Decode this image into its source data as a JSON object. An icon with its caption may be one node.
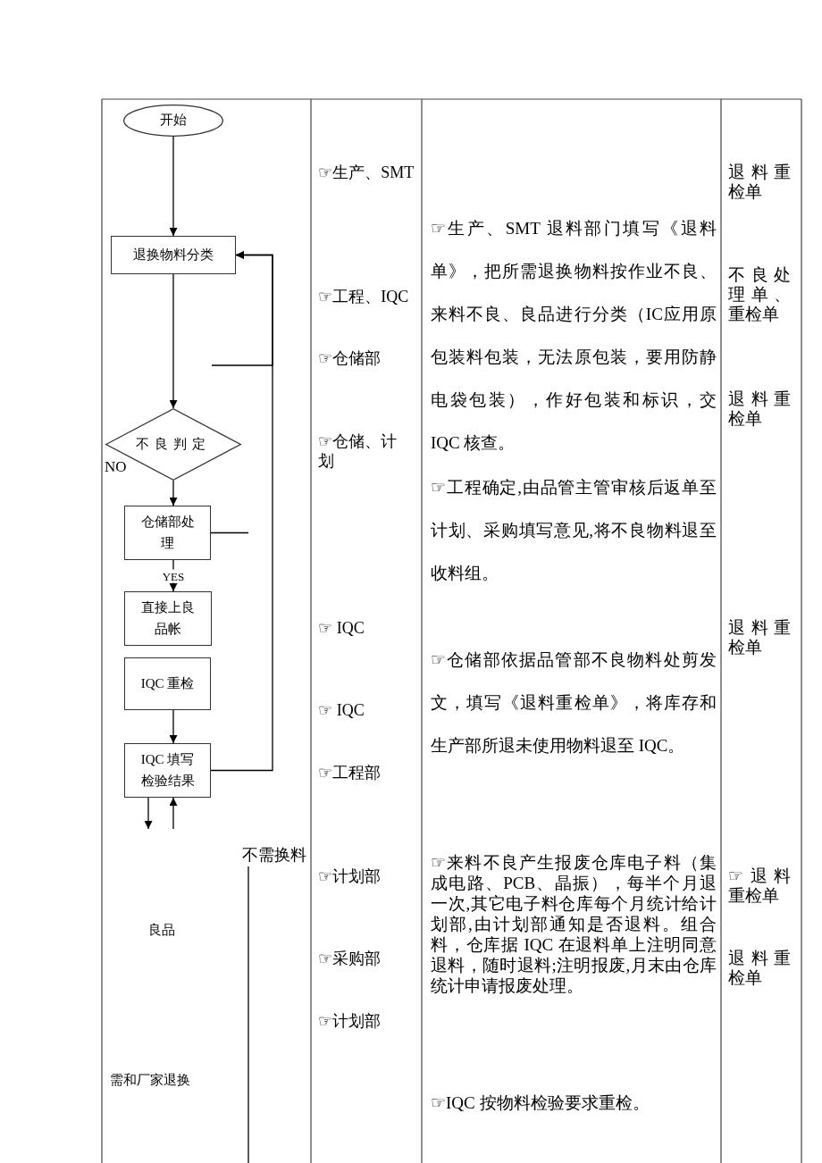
{
  "diagram": {
    "nodes": [
      {
        "text": [
          "开始"
        ]
      },
      {
        "text": [
          "退换物料分类"
        ]
      },
      {
        "text": [
          "不良判定"
        ]
      },
      {
        "text": [
          "仓储部处理"
        ]
      },
      {
        "text": [
          "直接上良品帐"
        ]
      },
      {
        "text": [
          "IQC 重检"
        ]
      },
      {
        "text": [
          "IQC 填写检验结果"
        ]
      }
    ],
    "edges": [
      {
        "from": 0,
        "to": 1,
        "arrow": "to"
      },
      {
        "from": 1,
        "to": 2,
        "arrow": "to"
      },
      {
        "from": 2,
        "to": 3,
        "arrow": "to"
      },
      {
        "from": 3,
        "to": 4,
        "arrow": "to",
        "label": "YES"
      },
      {
        "from": 5,
        "to": 6,
        "arrow": "to"
      },
      {
        "from": 6,
        "to": 1,
        "arrow": "to"
      },
      {
        "from": null,
        "to": 1,
        "arrow": "to"
      },
      {
        "from": 3,
        "to": null,
        "arrow": "none"
      },
      {
        "from": 6,
        "to": null,
        "arrow": "to"
      },
      {
        "from": null,
        "to": 6,
        "arrow": "to"
      }
    ],
    "labels": [
      "NO",
      "不需换料",
      "良品",
      "需和厂家退换",
      "☞生产、SMT",
      "☞工程、IQC",
      "☞仓储部",
      "☞仓储、计划",
      "☞ IQC",
      "☞ IQC",
      "☞工程部",
      "☞计划部",
      "☞采购部",
      "☞计划部",
      "☞生产、SMT 退料部门填写《退料单》，把所需退换物料按作业不良、来料不良、良品进行分类（IC应用原包装料包装，无法原包装，要用防静电袋包装），作好包装和标识，交 IQC 核查。",
      "☞工程确定,由品管主管审核后返单至计划、采购填写意见,将不良物料退至收料组。",
      "☞仓储部依据品管部不良物料处剪发文，填写《退料重检单》，将库存和生产部所退未使用物料退至 IQC。",
      "☞来料不良产生报废仓库电子料（集成电路、PCB、晶振），每半个月退一次,其它电子料仓库每个月统计给计划部,由计划部通知是否退料。组合料，仓库据 IQC 在退料单上注明同意退料，随时退料;注明报废,月末由仓库统计申请报废处理。",
      "☞IQC 按物料检验要求重检。",
      "退料重检单",
      "不良处理单、重检单",
      "退料重检单",
      "退料重检单",
      "☞退料重检单",
      "退料重检单"
    ]
  }
}
